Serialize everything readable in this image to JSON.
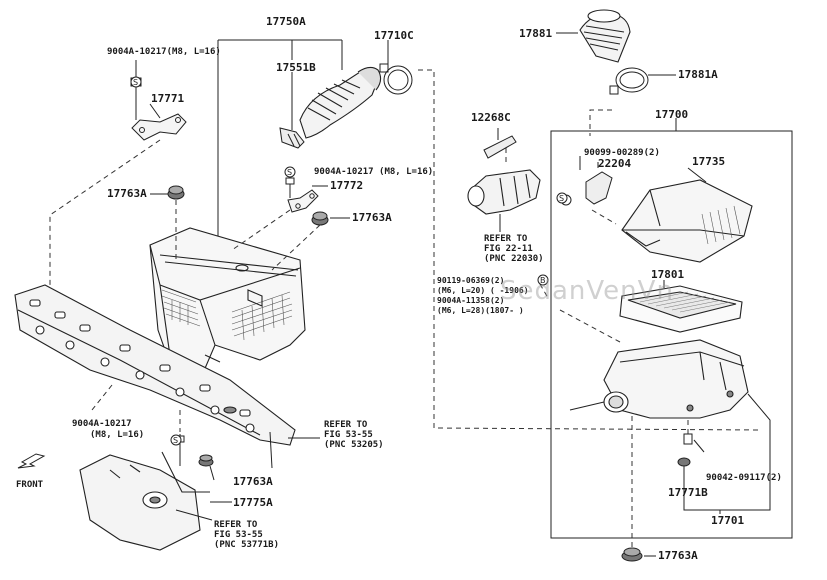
{
  "watermark": "SedanVenVn",
  "front_label": "FRONT",
  "parts": {
    "p17750A": "17750A",
    "p17710C": "17710C",
    "p17881": "17881",
    "p17881A": "17881A",
    "p12268C": "12268C",
    "p17700": "17700",
    "p17551B": "17551B",
    "p9004a_top": "9004A-10217(M8, L=16)",
    "p17771": "17771",
    "p9004a_mid": "9004A-10217 (M8, L=16)",
    "p17772": "17772",
    "p17763A_1": "17763A",
    "p17763A_2": "17763A",
    "p17763A_3": "17763A",
    "p17763A_4": "17763A",
    "p90099": "90099-00289(2)",
    "p22204": "22204",
    "p17735": "17735",
    "p17801": "17801",
    "p90119": "90119-06369(2)",
    "p90119_sub": "(M6, L=20) (   -1906)",
    "p9004a_right": "9004A-11358(2)",
    "p9004a_right_sub": "(M6, L=28)(1807-   )",
    "p90042": "90042-09117(2)",
    "p17771B": "17771B",
    "p17701": "17701",
    "p17775A": "17775A",
    "p9004a_low": "9004A-10217",
    "p9004a_low_sub": "(M8, L=16)"
  },
  "refs": {
    "ref_22_11": "REFER TO\nFIG 22-11\n(PNC 22030)",
    "ref_53_55_a": "REFER TO\nFIG 53-55\n(PNC 53205)",
    "ref_53_55_b": "REFER TO\nFIG 53-55\n(PNC 53771B)"
  }
}
